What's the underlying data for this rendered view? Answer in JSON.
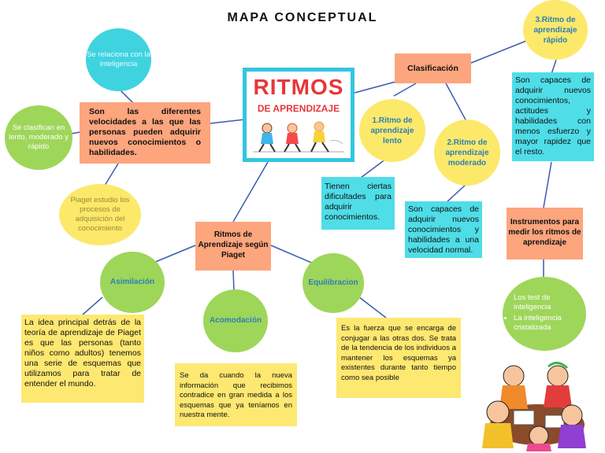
{
  "title": "MAPA CONCEPTUAL",
  "center": {
    "heading": "RITMOS",
    "subheading": "DE APRENDIZAJE"
  },
  "definition": "Son las diferentes velocidades a las que las personas pueden adquirir nuevos conocimientos o habilidades.",
  "bubbles": {
    "related": "Se relaciona con la inteligencia",
    "classified": "Se clasifican en lento, moderado y rápido",
    "piaget_study": "Piaget estudio los procesos de adquisición del conocimiento"
  },
  "clasificacion": {
    "label": "Clasificación",
    "slow": {
      "label": "1.Ritmo de aprendizaje lento",
      "description": "Tienen ciertas dificultades para adquirir conocimientos."
    },
    "moderate": {
      "label": "2.Ritmo de aprendizaje moderado",
      "description": "Son capaces de adquirir nuevos conocimientos y habilidades a una velocidad normal."
    },
    "fast": {
      "label": "3.Ritmo de aprendizaje rápido",
      "description": "Son capaces de adquirir nuevos conocimientos, actitudes y habilidades con menos esfuerzo y mayor rapidez que el resto."
    }
  },
  "instruments": {
    "label": "Instrumentos para medir los ritmos de aprendizaje",
    "items": [
      "Los test de inteligencia",
      "La inteligencia cristalizada"
    ]
  },
  "piaget": {
    "label": "Ritmos de Aprendizaje según Piaget",
    "asimilacion": {
      "label": "Asimilación",
      "description": "La idea principal detrás de la teoría de aprendizaje de Piaget es que las personas (tanto niños como adultos) tenemos una serie de esquemas que utilizamos para tratar de entender el mundo."
    },
    "acomodacion": {
      "label": "Acomodación",
      "description": "Se da cuando la nueva información que recibimos contradice en gran medida a los esquemas que ya teníamos en nuestra mente."
    },
    "equilibracion": {
      "label": "Equilibracion",
      "description": "Es la fuerza que se encarga de conjugar a las otras dos. Se trata de la tendencia de los individuos a mantener los esquemas ya existentes durante tanto tiempo como sea posible"
    }
  },
  "colors": {
    "line": "#3b5bb0",
    "orange": "#fda57d",
    "cyan": "#4fdde8",
    "yellow": "#fce96a",
    "green": "#9ed65a",
    "blue_circle": "#3fd3e0",
    "red_text": "#e8363a"
  }
}
